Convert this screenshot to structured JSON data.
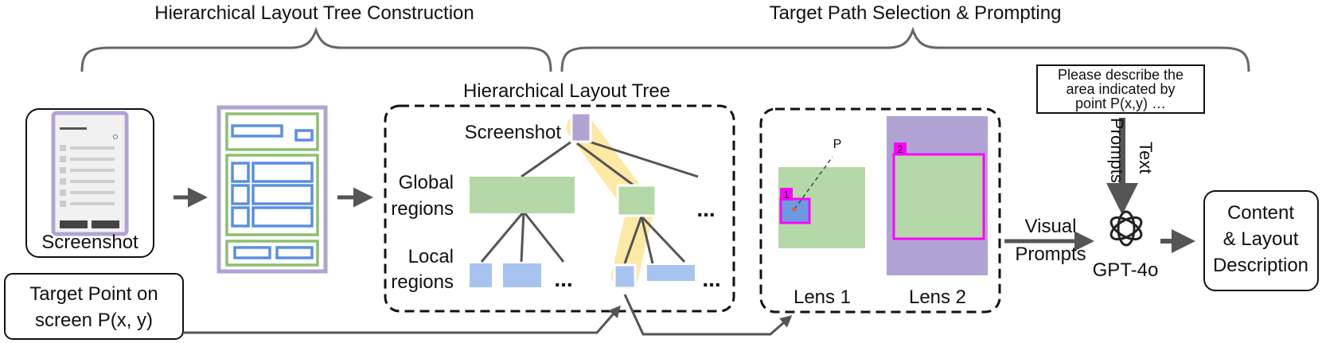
{
  "headers": {
    "left": "Hierarchical Layout Tree Construction",
    "right": "Target Path Selection & Prompting"
  },
  "screenshot_panel": {
    "label": "Screenshot"
  },
  "target_point": {
    "line1": "Target Point on",
    "line2": "screen P(x, y)"
  },
  "tree": {
    "title": "Hierarchical Layout Tree",
    "root_label": "Screenshot",
    "global_label_1": "Global",
    "global_label_2": "regions",
    "local_label_1": "Local",
    "local_label_2": "regions",
    "ellipsis": "..."
  },
  "lens": {
    "point_label": "P",
    "badge1": "1",
    "badge2": "2",
    "lens1_label": "Lens 1",
    "lens2_label": "Lens 2"
  },
  "prompt_box": {
    "line1": "Please describe the",
    "line2": "area indicated by",
    "line3": "point P(x,y) …"
  },
  "text_prompts": {
    "word1": "Text",
    "word2": "Prompts"
  },
  "visual_prompts": {
    "line1": "Visual",
    "line2": "Prompts"
  },
  "model": {
    "label": "GPT-4o"
  },
  "output": {
    "line1": "Content",
    "line2": "& Layout",
    "line3": "Description"
  },
  "colors": {
    "purple": "#b0a3d4",
    "green": "#b5d8a8",
    "blue": "#a7c3f0",
    "magenta": "#ff00ff",
    "highlight": "#fde9a6",
    "arrow": "#555555"
  }
}
